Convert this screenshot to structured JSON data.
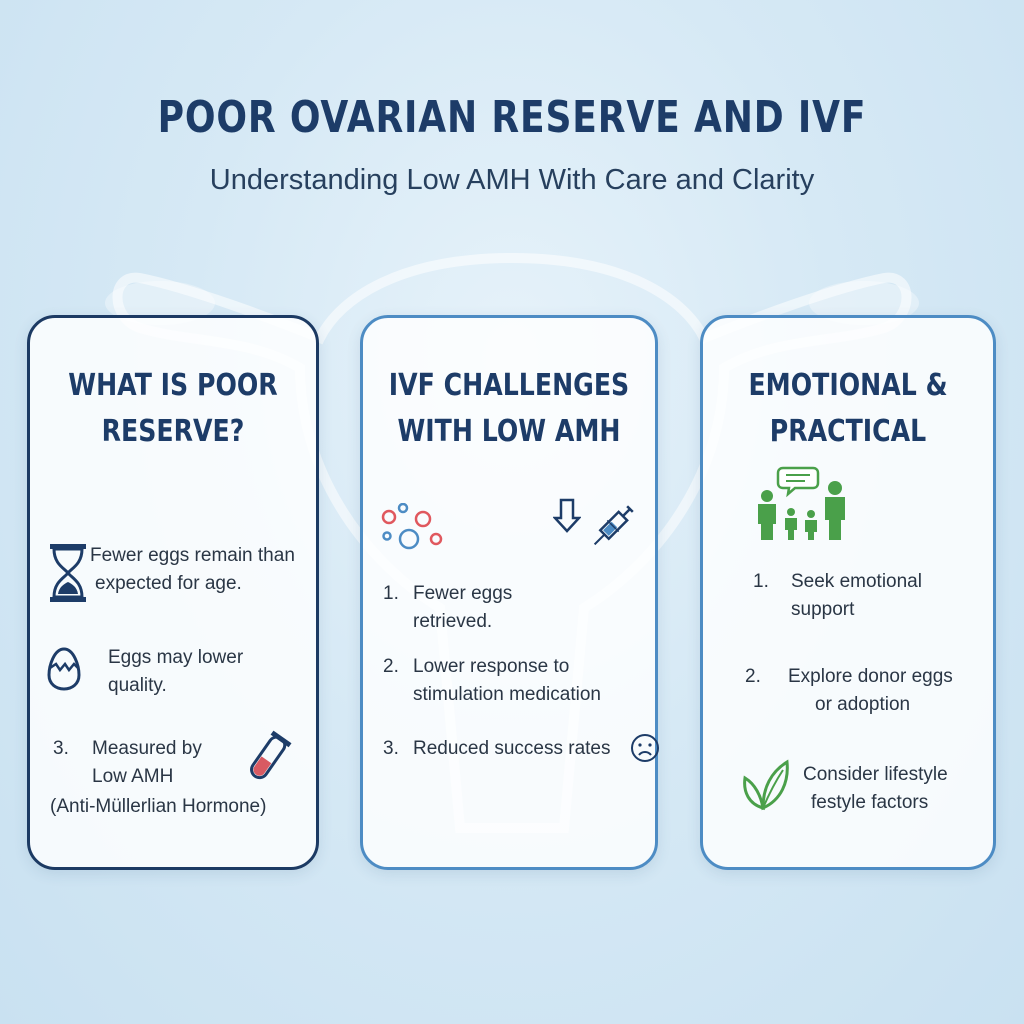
{
  "header": {
    "title": "POOR OVARIAN RESERVE AND IVF",
    "subtitle": "Understanding Low AMH With Care and Clarity"
  },
  "cards": [
    {
      "title_line1": "WHAT IS POOR",
      "title_line2": "RESERVE?",
      "items": [
        {
          "line1": "Fewer eggs remain than",
          "line2": "expected for age.",
          "icon": "hourglass-icon"
        },
        {
          "line1": "Eggs may lower",
          "line2": "quality.",
          "icon": "cracked-egg-icon"
        },
        {
          "number": "3.",
          "line1": "Measured by",
          "line2": "Low AMH",
          "line3": "(Anti-Müllerlian Hormone)",
          "icon": "test-tube-icon"
        }
      ]
    },
    {
      "title_line1": "IVF CHALLENGES",
      "title_line2": "WITH LOW AMH",
      "icons": [
        "egg-cells-icon",
        "down-arrow-icon",
        "syringe-icon"
      ],
      "items": [
        {
          "number": "1.",
          "line1": "Fewer eggs",
          "line2": "retrieved."
        },
        {
          "number": "2.",
          "line1": "Lower response to",
          "line2": "stimulation medication"
        },
        {
          "number": "3.",
          "line1": "Reduced success rates",
          "icon": "sad-face-icon"
        }
      ]
    },
    {
      "title_line1": "EMOTIONAL &",
      "title_line2": "PRACTICAL",
      "icons": [
        "family-support-icon"
      ],
      "items": [
        {
          "number": "1.",
          "line1": "Seek emotional",
          "line2": "support"
        },
        {
          "number": "2.",
          "line1": "Explore donor eggs",
          "line2": "or adoption"
        },
        {
          "line1": "Consider lifestyle",
          "line2": "festyle factors",
          "icon": "leaf-icon"
        }
      ]
    }
  ],
  "colors": {
    "navy": "#1d3c68",
    "blue_border": "#4d8cc4",
    "green": "#4aa04a",
    "red_dot": "#e0585e"
  }
}
